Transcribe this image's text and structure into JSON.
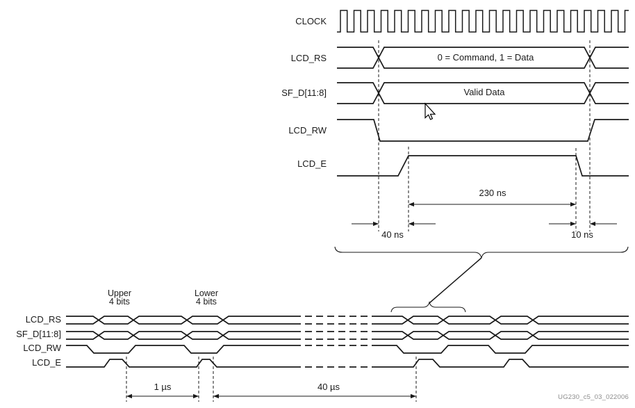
{
  "figure": {
    "watermark": "UG230_c5_03_022006",
    "line_color": "#1a1a1a",
    "watermark_color": "#8c8c8c"
  },
  "detail_diagram": {
    "signals": [
      {
        "label": "CLOCK"
      },
      {
        "label": "LCD_RS",
        "annotation": "0 = Command, 1 = Data"
      },
      {
        "label": "SF_D[11:8]",
        "annotation": "Valid Data"
      },
      {
        "label": "LCD_RW"
      },
      {
        "label": "LCD_E"
      }
    ],
    "timings": {
      "setup": "40 ns",
      "enable_pulse": "230 ns",
      "hold": "10 ns"
    }
  },
  "overview_diagram": {
    "signals": [
      {
        "label": "LCD_RS"
      },
      {
        "label": "SF_D[11:8]"
      },
      {
        "label": "LCD_RW"
      },
      {
        "label": "LCD_E"
      }
    ],
    "nibble_labels": [
      {
        "line1": "Upper",
        "line2": "4 bits"
      },
      {
        "line1": "Lower",
        "line2": "4 bits"
      }
    ],
    "timings": {
      "inter_pulse": "1 µs",
      "inter_command": "40 µs"
    }
  }
}
